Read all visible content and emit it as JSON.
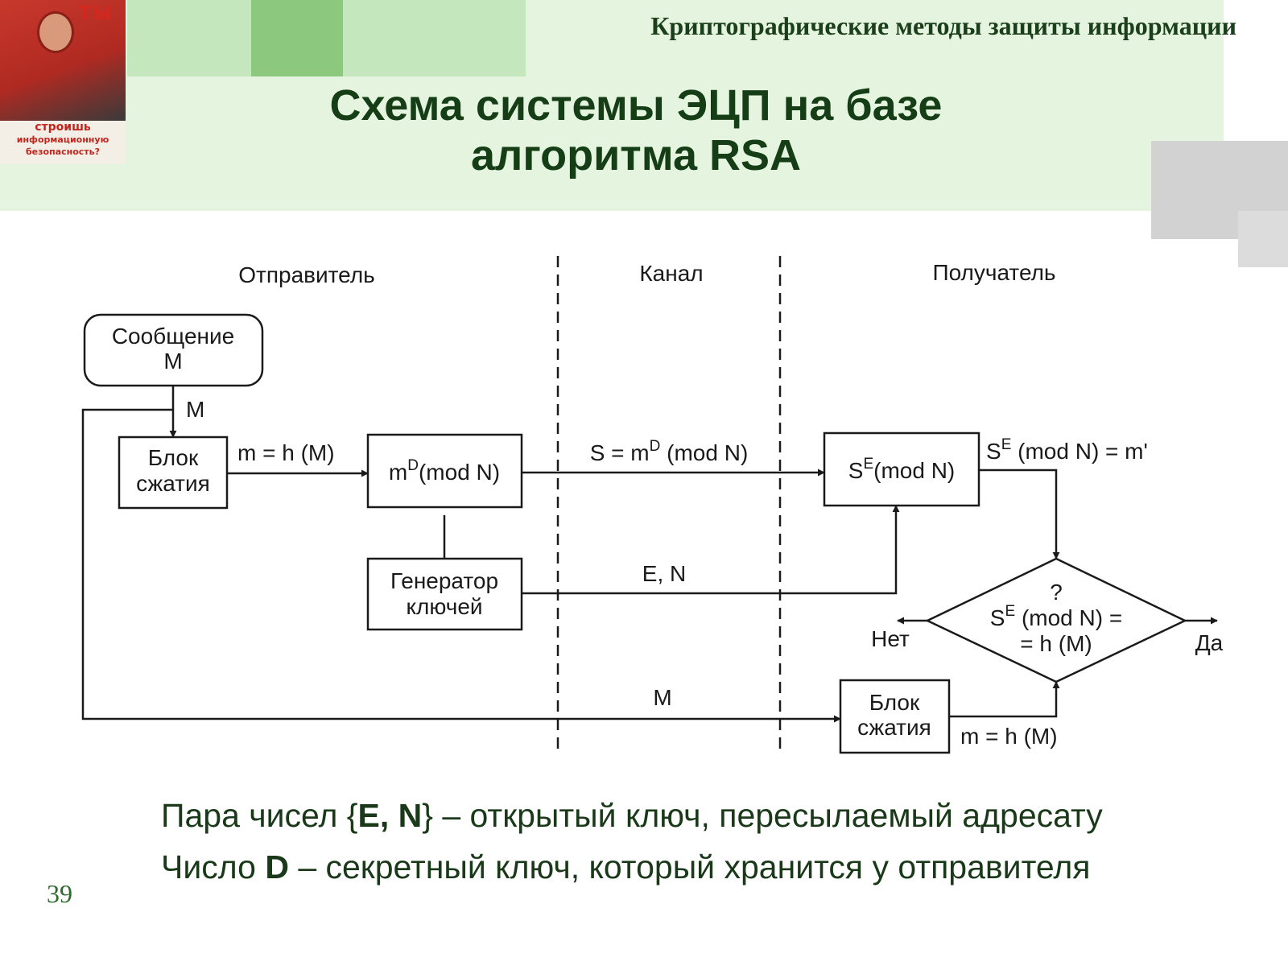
{
  "header": {
    "title": "Криптографические методы защиты информации",
    "poster": {
      "word": "ТЫ",
      "line1": "строишь",
      "line2": "информационную",
      "line3": "безопасность?"
    }
  },
  "slide": {
    "title_line1": "Схема системы ЭЦП на базе",
    "title_line2": "алгоритма RSA"
  },
  "diagram": {
    "columns": {
      "sender": "Отправитель",
      "channel": "Канал",
      "receiver": "Получатель"
    },
    "message_box": {
      "line1": "Сообщение",
      "line2": "M"
    },
    "label_M_top": "M",
    "hash_block_sender": {
      "line1": "Блок",
      "line2": "сжатия"
    },
    "label_hash_sender": "m = h (M)",
    "sign_box": {
      "base": "m",
      "exp": "D",
      "rest": "(mod N)"
    },
    "key_generator": {
      "line1": "Генератор",
      "line2": "ключей"
    },
    "channel_signature": {
      "prefix": "S = m",
      "exp": "D",
      "rest": " (mod N)"
    },
    "channel_key": "E, N",
    "channel_message": "M",
    "verify_box": {
      "base": "S",
      "exp": "E",
      "rest": "(mod N)"
    },
    "verify_result": {
      "base": "S",
      "exp": "E",
      "rest": " (mod N) = m'"
    },
    "decision": {
      "question": "?",
      "line1_base": "S",
      "line1_exp": "E",
      "line1_rest": " (mod N) =",
      "line2": "= h (M)"
    },
    "label_no": "Нет",
    "label_yes": "Да",
    "hash_block_receiver": {
      "line1": "Блок",
      "line2": "сжатия"
    },
    "label_hash_receiver": "m = h (M)"
  },
  "notes": {
    "line1": {
      "pre": "Пара чисел {",
      "bold": "E, N",
      "post": "} – открытый ключ, пересылаемый адресату"
    },
    "line2": {
      "pre": "Число ",
      "bold": "D",
      "post": " – секретный ключ, который хранится у отправителя"
    }
  },
  "page_number": "39"
}
